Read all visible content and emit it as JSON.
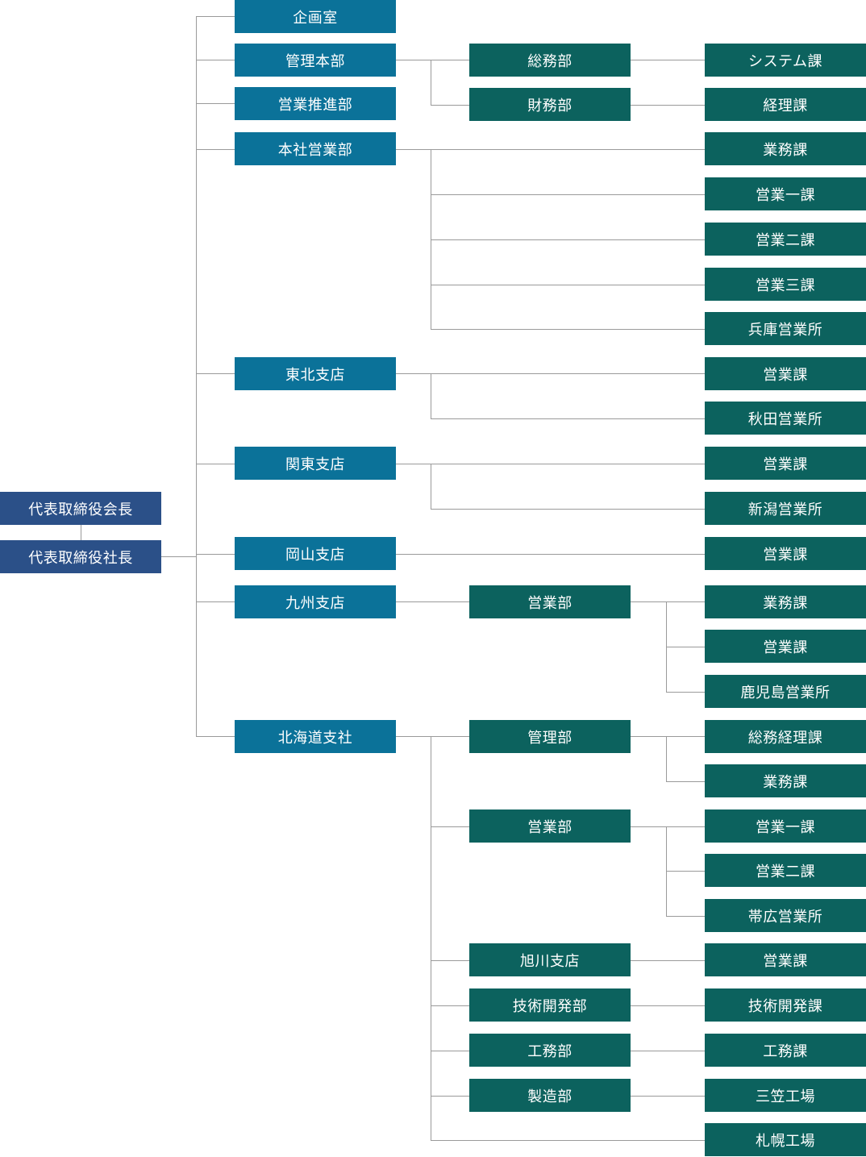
{
  "colors": {
    "executive": "#2b5088",
    "division": "#0b7299",
    "department": "#0c625e",
    "section": "#0c625e",
    "connector": "#9a9a9a"
  },
  "executives": {
    "chairman": "代表取締役会長",
    "president": "代表取締役社長"
  },
  "divisions": {
    "planning": "企画室",
    "admin_hq": "管理本部",
    "sales_promo": "営業推進部",
    "head_sales": "本社営業部",
    "tohoku": "東北支店",
    "kanto": "関東支店",
    "okayama": "岡山支店",
    "kyushu": "九州支店",
    "hokkaido": "北海道支社"
  },
  "departments": {
    "general_affairs": "総務部",
    "finance": "財務部",
    "kyushu_sales": "営業部",
    "hk_admin": "管理部",
    "hk_sales": "営業部",
    "asahikawa": "旭川支店",
    "tech_dev": "技術開発部",
    "engineering": "工務部",
    "manufacturing": "製造部"
  },
  "sections": {
    "system": "システム課",
    "accounting": "経理課",
    "hs_business": "業務課",
    "hs_sales1": "営業一課",
    "hs_sales2": "営業二課",
    "hs_sales3": "営業三課",
    "hyogo": "兵庫営業所",
    "tohoku_sales": "営業課",
    "akita": "秋田営業所",
    "kanto_sales": "営業課",
    "niigata": "新潟営業所",
    "okayama_sales": "営業課",
    "ky_business": "業務課",
    "ky_sales": "営業課",
    "kagoshima": "鹿児島営業所",
    "hk_ga_acc": "総務経理課",
    "hk_business": "業務課",
    "hk_sales1": "営業一課",
    "hk_sales2": "営業二課",
    "obihiro": "帯広営業所",
    "asa_sales": "営業課",
    "tech_dev_sec": "技術開発課",
    "eng_sec": "工務課",
    "mikasa": "三笠工場",
    "sapporo": "札幌工場"
  }
}
